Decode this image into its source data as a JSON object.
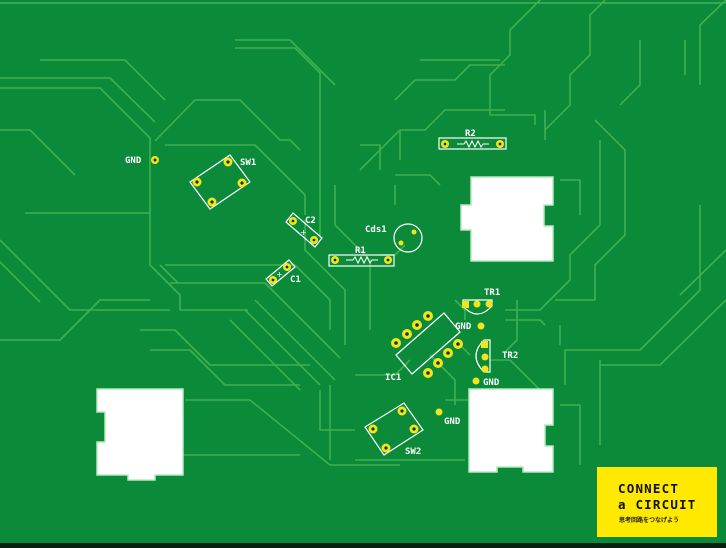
{
  "colors": {
    "board": "#0b8a3a",
    "trace": "#3fb050",
    "pad": "#f2e51c",
    "silk": "#ffffff",
    "brand_bg": "#ffe900"
  },
  "labels": {
    "gnd1": "GND",
    "sw1": "SW1",
    "c2": "C2",
    "c1": "C1",
    "r1": "R1",
    "r2": "R2",
    "cds1": "Cds1",
    "tr1": "TR1",
    "gnd_tr1": "GND",
    "tr2": "TR2",
    "gnd_tr2": "GND",
    "ic1": "IC1",
    "gnd_sw2": "GND",
    "sw2": "SW2"
  },
  "brand": {
    "line1": "CONNECT",
    "line2": "a CIRCUIT",
    "tagline": "思考回路をつなげよう"
  }
}
